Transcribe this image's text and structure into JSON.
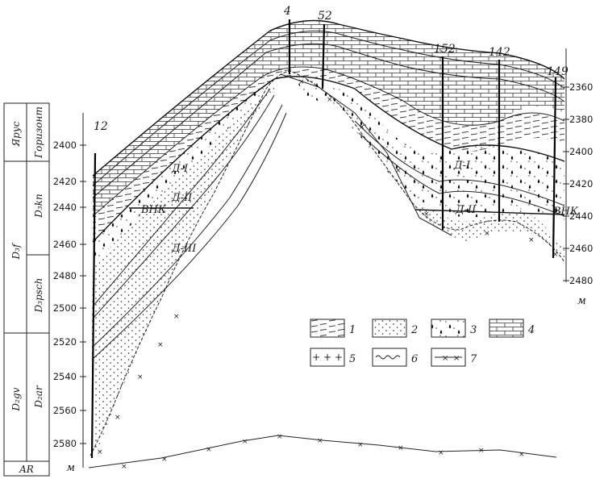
{
  "stratigraphic_column": {
    "header_stage": "Ярус",
    "header_horizon": "Горизонт",
    "stage_upper": "D₃f",
    "stage_middle": "D₂gv",
    "horizon_kn": "D₃kn",
    "horizon_psch": "D₃psch",
    "horizon_ar": "D₂ar",
    "basement": "AR"
  },
  "left_axis": {
    "ticks": [
      "2400",
      "2420",
      "2440",
      "2460",
      "2480",
      "2500",
      "2520",
      "2540",
      "2560",
      "2580"
    ],
    "unit": "м"
  },
  "right_axis": {
    "ticks": [
      "2360",
      "2380",
      "2400",
      "2420",
      "2440",
      "2460",
      "2480"
    ],
    "unit": "м"
  },
  "wells": [
    "12",
    "4",
    "52",
    "152",
    "142",
    "149"
  ],
  "reservoir_labels": {
    "d1_left": "Д-I",
    "d2_left": "Д-II",
    "d3_left": "Д-III",
    "d1_right": "Д-I",
    "d2_right": "Д-II"
  },
  "owc_labels": {
    "left": "ВНК",
    "right": "ВНК"
  },
  "legend": [
    "1",
    "2",
    "3",
    "4",
    "5",
    "6",
    "7"
  ]
}
